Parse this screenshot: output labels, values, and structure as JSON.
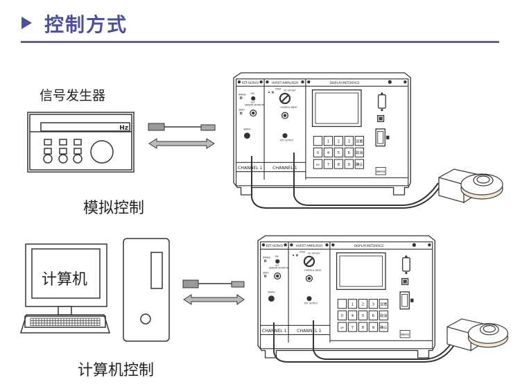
{
  "header": {
    "title": "控制方式",
    "accent_color": "#4a4f9e"
  },
  "analog": {
    "device_label": "信号发生器",
    "display_unit": "Hz",
    "caption": "模拟控制"
  },
  "computer": {
    "screen_label": "计算机",
    "caption": "计算机控制"
  },
  "controller": {
    "modules": [
      "PZT-SERVO",
      "HVPZT-AMPLIFIER",
      "DISPLAY/INTERFACE"
    ],
    "servo_labels": {
      "range": "RANGE",
      "on": "ON",
      "off": "OFF",
      "zero": "ZERO",
      "sensor_monitor": "SENSOR MONITOR",
      "servo": "SERVO"
    },
    "amp_labels": {
      "over": "OVER",
      "dc_offset": "DC-OFFSET",
      "control_input": "CONTROL INPUT",
      "pzt_output": "PZT OUTPUT"
    },
    "channel_labels": [
      "CHANNEL 1",
      "CHANNEL 1"
    ],
    "keypad": [
      "",
      "1",
      "2",
      "3",
      "设置",
      "0",
      "4",
      "5",
      "6",
      "取消",
      "DP.",
      "7",
      "8",
      "9",
      "确认"
    ],
    "power_button": "控制开关"
  }
}
